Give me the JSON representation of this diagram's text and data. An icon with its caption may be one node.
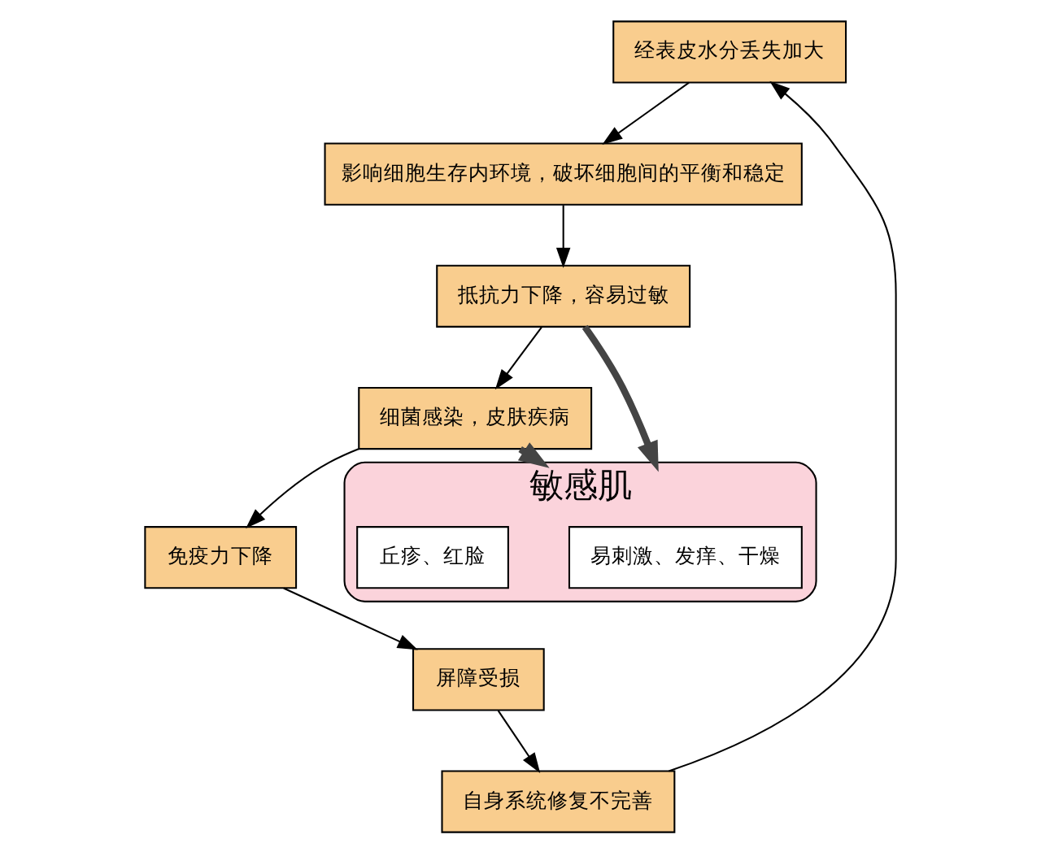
{
  "diagram": {
    "nodes": [
      {
        "text": [
          "经表皮水分丢失加大"
        ]
      },
      {
        "text": [
          "影响细胞生存内环境，破坏细胞间的平衡和稳定"
        ]
      },
      {
        "text": [
          "抵抗力下降，容易过敏"
        ]
      },
      {
        "text": [
          "细菌感染，皮肤疾病"
        ]
      },
      {
        "text": [
          "免疫力下降"
        ]
      },
      {
        "text": [
          "屏障受损"
        ]
      },
      {
        "text": [
          "自身系统修复不完善"
        ]
      },
      {
        "text": [
          "敏感肌"
        ]
      },
      {
        "text": [
          "易刺激、发痒、干燥"
        ],
        "in": 7
      },
      {
        "text": [
          "丘疹、红脸"
        ],
        "in": 7
      }
    ],
    "edges": [
      {
        "from": 0,
        "to": 1,
        "arrow": "to"
      },
      {
        "from": 1,
        "to": 2,
        "arrow": "to"
      },
      {
        "from": 2,
        "to": 3,
        "arrow": "to"
      },
      {
        "from": 3,
        "to": 4,
        "arrow": "to"
      },
      {
        "from": 4,
        "to": 5,
        "arrow": "to"
      },
      {
        "from": 5,
        "to": 6,
        "arrow": "to"
      },
      {
        "from": 6,
        "to": 0,
        "arrow": "to"
      },
      {
        "from": 2,
        "to": 7,
        "arrow": "to",
        "style": "thick",
        "color": "#444444"
      },
      {
        "from": 3,
        "to": 7,
        "arrow": "to",
        "style": "thick",
        "color": "#444444"
      }
    ]
  }
}
